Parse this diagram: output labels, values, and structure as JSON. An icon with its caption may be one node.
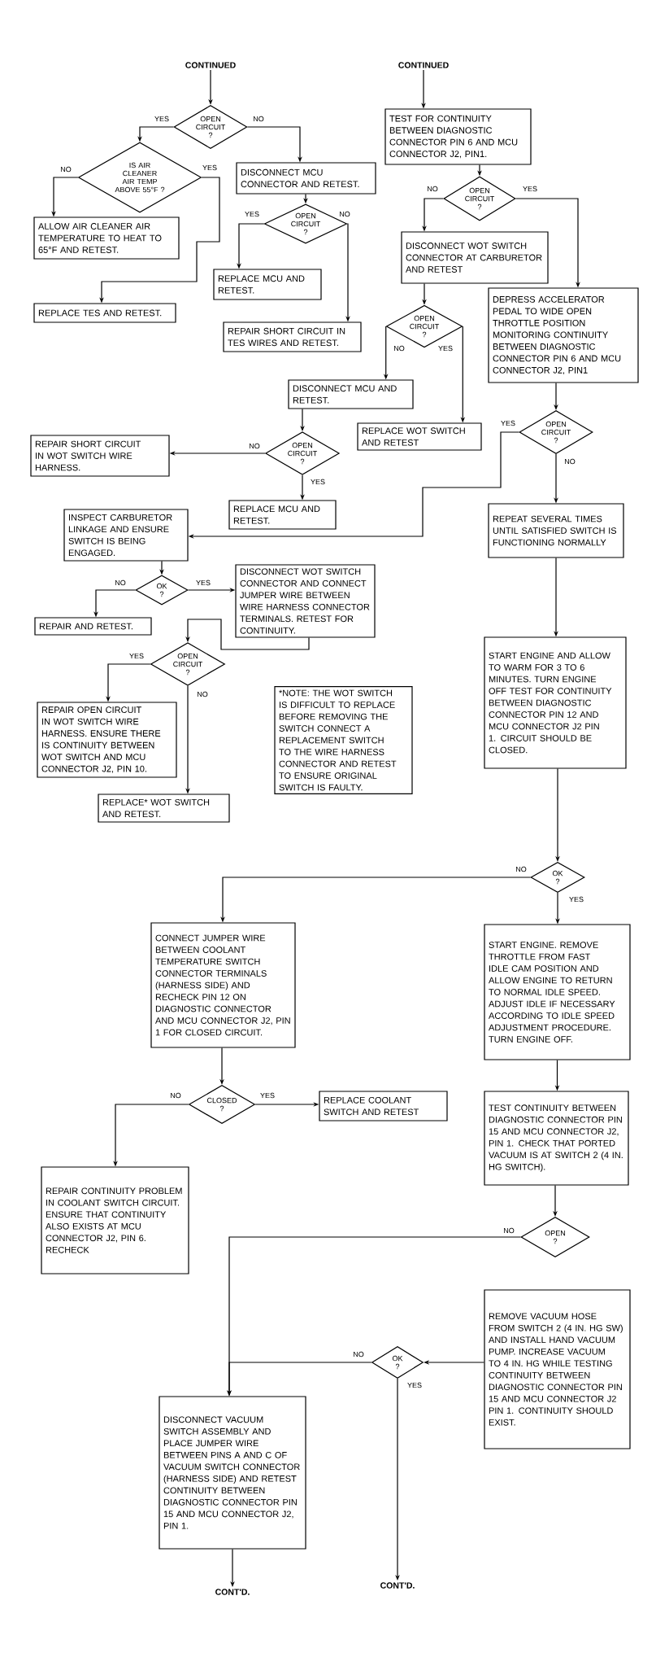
{
  "diagram": {
    "nodes": [
      {
        "text": [
          "CONTINUED"
        ]
      },
      {
        "text": [
          "CONTINUED"
        ]
      },
      {
        "text": [
          "OPEN CIRCUIT ?"
        ]
      },
      {
        "text": [
          "TEST FOR CONTINUITY BETWEEN DIAGNOSTIC CONNECTOR PIN 6 AND MCU CONNECTOR J2, PIN1."
        ]
      },
      {
        "text": [
          "IS AIR CLEANER AIR TEMP ABOVE 55°F ?"
        ]
      },
      {
        "text": [
          "DISCONNECT MCU CONNECTOR AND RETEST."
        ]
      },
      {
        "text": [
          "OPEN CIRCUIT ?"
        ]
      },
      {
        "text": [
          "OPEN CIRCUIT ?"
        ]
      },
      {
        "text": [
          "ALLOW AIR CLEANER AIR TEMPERATURE TO HEAT TO 65°F AND RETEST."
        ]
      },
      {
        "text": [
          "DISCONNECT WOT SWITCH CONNECTOR AT CARBURETOR AND RETEST"
        ]
      },
      {
        "text": [
          "REPLACE MCU AND RETEST."
        ]
      },
      {
        "text": [
          "DEPRESS ACCELERATOR PEDAL TO WIDE OPEN THROTTLE POSITION MONITORING CONTINUITY BETWEEN DIAGNOSTIC CONNECTOR PIN 6 AND MCU CONNECTOR J2, PIN1"
        ]
      },
      {
        "text": [
          "REPLACE TES AND RETEST."
        ]
      },
      {
        "text": [
          "REPAIR SHORT CIRCUIT IN TES WIRES AND RETEST."
        ]
      },
      {
        "text": [
          "OPEN CIRCUIT ?"
        ]
      },
      {
        "text": [
          "DISCONNECT MCU AND RETEST."
        ]
      },
      {
        "text": [
          "REPLACE WOT SWITCH AND RETEST"
        ]
      },
      {
        "text": [
          "OPEN CIRCUIT ?"
        ]
      },
      {
        "text": [
          "REPAIR SHORT CIRCUIT IN WOT SWITCH WIRE HARNESS."
        ]
      },
      {
        "text": [
          "OPEN CIRCUIT ?"
        ]
      },
      {
        "text": [
          "REPLACE MCU AND RETEST."
        ]
      },
      {
        "text": [
          "REPEAT SEVERAL TIMES UNTIL SATISFIED SWITCH IS FUNCTIONING NORMALLY"
        ]
      },
      {
        "text": [
          "INSPECT CARBURETOR LINKAGE AND ENSURE SWITCH IS BEING ENGAGED."
        ]
      },
      {
        "text": [
          "OK ?"
        ]
      },
      {
        "text": [
          "DISCONNECT WOT SWITCH CONNECTOR AND CONNECT JUMPER WIRE BETWEEN WIRE HARNESS CONNECTOR TERMINALS. RETEST FOR CONTINUITY."
        ]
      },
      {
        "text": [
          "REPAIR AND RETEST."
        ]
      },
      {
        "text": [
          "START ENGINE AND ALLOW TO WARM FOR 3 TO 6 MINUTES. TURN ENGINE OFF TEST FOR CONTINUITY BETWEEN DIAGNOSTIC CONNECTOR PIN 12 AND MCU CONNECTOR J2 PIN 1. CIRCUIT SHOULD BE CLOSED."
        ]
      },
      {
        "text": [
          "OPEN CIRCUIT ?"
        ]
      },
      {
        "text": [
          "REPAIR OPEN CIRCUIT IN WOT SWITCH WIRE HARNESS. ENSURE THERE IS CONTINUITY BETWEEN WOT SWITCH AND MCU CONNECTOR J2, PIN 10."
        ]
      },
      {
        "text": [
          "*NOTE: THE WOT SWITCH IS DIFFICULT TO REPLACE BEFORE REMOVING THE SWITCH CONNECT A REPLACEMENT SWITCH TO THE WIRE HARNESS CONNECTOR AND RETEST TO ENSURE ORIGINAL SWITCH IS FAULTY."
        ]
      },
      {
        "text": [
          "REPLACE* WOT SWITCH AND RETEST."
        ]
      },
      {
        "text": [
          "OK ?"
        ]
      },
      {
        "text": [
          "CONNECT JUMPER WIRE BETWEEN COOLANT TEMPERATURE SWITCH CONNECTOR TERMINALS (HARNESS SIDE) AND RECHECK PIN 12 ON DIAGNOSTIC CONNECTOR AND MCU CONNECTOR J2, PIN 1 FOR CLOSED CIRCUIT."
        ]
      },
      {
        "text": [
          "START ENGINE. REMOVE THROTTLE FROM FAST IDLE CAM POSITION AND ALLOW ENGINE TO RETURN TO NORMAL IDLE SPEED. ADJUST IDLE IF NECESSARY ACCORDING TO IDLE SPEED ADJUSTMENT PROCEDURE. TURN ENGINE OFF."
        ]
      },
      {
        "text": [
          "CLOSED ?"
        ]
      },
      {
        "text": [
          "REPLACE COOLANT SWITCH AND RETEST"
        ]
      },
      {
        "text": [
          "TEST CONTINUITY BETWEEN DIAGNOSTIC CONNECTOR PIN 15 AND MCU CONNECTOR J2, PIN 1. CHECK THAT PORTED VACUUM IS AT SWITCH 2 (4 IN. HG SWITCH)."
        ]
      },
      {
        "text": [
          "REPAIR CONTINUITY PROBLEM IN COOLANT SWITCH CIRCUIT. ENSURE THAT CONTINUITY ALSO EXISTS AT MCU CONNECTOR J2, PIN 6. RECHECK"
        ]
      },
      {
        "text": [
          "OPEN ?"
        ]
      },
      {
        "text": [
          "REMOVE VACUUM HOSE FROM SWITCH 2 (4 IN. HG SW) AND INSTALL HAND VACUUM PUMP. INCREASE VACUUM TO 4 IN. HG WHILE TESTING CONTINUITY BETWEEN DIAGNOSTIC CONNECTOR PIN 15 AND MCU CONNECTOR J2 PIN 1. CONTINUITY SHOULD EXIST."
        ]
      },
      {
        "text": [
          "OK ?"
        ]
      },
      {
        "text": [
          "DISCONNECT VACUUM SWITCH ASSEMBLY AND PLACE JUMPER WIRE BETWEEN PINS A AND C OF VACUUM SWITCH CONNECTOR (HARNESS SIDE) AND RETEST CONTINUITY BETWEEN DIAGNOSTIC CONNECTOR PIN 15 AND MCU CONNECTOR J2, PIN 1."
        ]
      },
      {
        "text": [
          "CONT'D."
        ]
      },
      {
        "text": [
          "CONT'D."
        ]
      }
    ],
    "edges": [
      {
        "from": 0,
        "to": 2,
        "arrow": "to"
      },
      {
        "from": 2,
        "to": 4,
        "arrow": "to",
        "label": "YES"
      },
      {
        "from": 2,
        "to": 5,
        "arrow": "to",
        "label": "NO"
      },
      {
        "from": 4,
        "to": 8,
        "arrow": "to",
        "label": "NO"
      },
      {
        "from": 4,
        "to": 12,
        "arrow": "to",
        "label": "YES"
      },
      {
        "from": 5,
        "to": 7,
        "arrow": "to"
      },
      {
        "from": 7,
        "to": 10,
        "arrow": "to",
        "label": "YES"
      },
      {
        "from": 7,
        "to": 13,
        "arrow": "to",
        "label": "NO"
      },
      {
        "from": 1,
        "to": 3,
        "arrow": "to"
      },
      {
        "from": 3,
        "to": 6,
        "arrow": "to"
      },
      {
        "from": 6,
        "to": 9,
        "arrow": "to",
        "label": "NO"
      },
      {
        "from": 6,
        "to": 11,
        "arrow": "to",
        "label": "YES"
      },
      {
        "from": 9,
        "to": 14,
        "arrow": "to"
      },
      {
        "from": 14,
        "to": 15,
        "arrow": "to",
        "label": "NO"
      },
      {
        "from": 14,
        "to": 16,
        "arrow": "to",
        "label": "YES"
      },
      {
        "from": 11,
        "to": 17,
        "arrow": "to"
      },
      {
        "from": 17,
        "to": 22,
        "arrow": "to",
        "label": "YES"
      },
      {
        "from": 17,
        "to": 21,
        "arrow": "to",
        "label": "NO"
      },
      {
        "from": 15,
        "to": 19,
        "arrow": "to"
      },
      {
        "from": 19,
        "to": 18,
        "arrow": "to",
        "label": "NO"
      },
      {
        "from": 19,
        "to": 20,
        "arrow": "to",
        "label": "YES"
      },
      {
        "from": 22,
        "to": 23,
        "arrow": "to"
      },
      {
        "from": 23,
        "to": 25,
        "arrow": "to",
        "label": "NO"
      },
      {
        "from": 23,
        "to": 24,
        "arrow": "to",
        "label": "YES"
      },
      {
        "from": 24,
        "to": 27,
        "arrow": "to"
      },
      {
        "from": 27,
        "to": 28,
        "arrow": "to",
        "label": "YES"
      },
      {
        "from": 27,
        "to": 30,
        "arrow": "to",
        "label": "NO"
      },
      {
        "from": 21,
        "to": 26,
        "arrow": "to"
      },
      {
        "from": 26,
        "to": 31,
        "arrow": "to"
      },
      {
        "from": 31,
        "to": 32,
        "arrow": "to",
        "label": "NO"
      },
      {
        "from": 31,
        "to": 33,
        "arrow": "to",
        "label": "YES"
      },
      {
        "from": 32,
        "to": 34,
        "arrow": "to"
      },
      {
        "from": 34,
        "to": 37,
        "arrow": "to",
        "label": "NO"
      },
      {
        "from": 34,
        "to": 35,
        "arrow": "to",
        "label": "YES"
      },
      {
        "from": 33,
        "to": 36,
        "arrow": "to"
      },
      {
        "from": 36,
        "to": 38,
        "arrow": "to"
      },
      {
        "from": 38,
        "to": 41,
        "arrow": "to",
        "label": "NO"
      },
      {
        "from": 39,
        "to": 40,
        "arrow": "to"
      },
      {
        "from": 40,
        "to": 41,
        "arrow": "to",
        "label": "NO"
      },
      {
        "from": 40,
        "to": 43,
        "arrow": "to",
        "label": "YES"
      },
      {
        "from": 41,
        "to": 42,
        "arrow": "to"
      }
    ]
  }
}
